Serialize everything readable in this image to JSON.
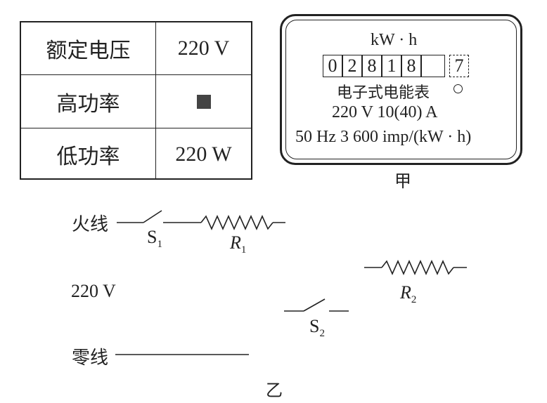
{
  "spec_table": {
    "rows": [
      {
        "label": "额定电压",
        "value": "220 V"
      },
      {
        "label": "高功率",
        "value": ""
      },
      {
        "label": "低功率",
        "value": "220 W"
      }
    ]
  },
  "meter": {
    "unit": "kW · h",
    "digits": [
      "0",
      "2",
      "8",
      "1",
      "8"
    ],
    "decimal_digit": "7",
    "name": "电子式电能表",
    "rating": "220 V   10(40) A",
    "freq_const": "50 Hz   3 600 imp/(kW · h)",
    "caption": "甲"
  },
  "circuit": {
    "live_label": "火线",
    "neutral_label": "零线",
    "voltage_label": "220 V",
    "s1": "S",
    "s1_sub": "1",
    "r1": "R",
    "r1_sub": "1",
    "r2": "R",
    "r2_sub": "2",
    "s2": "S",
    "s2_sub": "2",
    "caption": "乙"
  }
}
